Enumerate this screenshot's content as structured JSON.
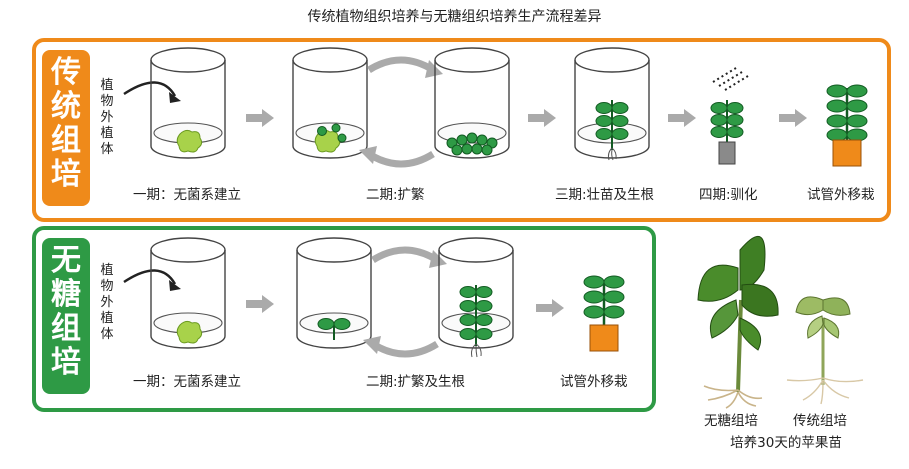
{
  "title": "传统植物组织培养与无糖组织培养生产流程差异",
  "traditional": {
    "tag_chars": [
      "传",
      "统",
      "组",
      "培"
    ],
    "explant_chars": [
      "植",
      "物",
      "外",
      "植",
      "体"
    ],
    "steps": {
      "stage1": "一期：无菌系建立",
      "stage2": "二期:扩繁",
      "stage3": "三期:壮苗及生根",
      "stage4": "四期:驯化",
      "transplant": "试管外移栽"
    }
  },
  "sugarfree": {
    "tag_chars": [
      "无",
      "糖",
      "组",
      "培"
    ],
    "explant_chars": [
      "植",
      "物",
      "外",
      "植",
      "体"
    ],
    "steps": {
      "stage1": "一期：无菌系建立",
      "stage2": "二期:扩繁及生根",
      "transplant": "试管外移栽"
    }
  },
  "photo": {
    "label_left": "无糖组培",
    "label_right": "传统组培",
    "caption": "培养30天的苹果苗"
  },
  "colors": {
    "traditional": "#ef8a1a",
    "sugarfree": "#2e9a45",
    "leaf": "#2e9a45",
    "callus": "#a8d24a",
    "arrow": "#aaaaaa"
  }
}
